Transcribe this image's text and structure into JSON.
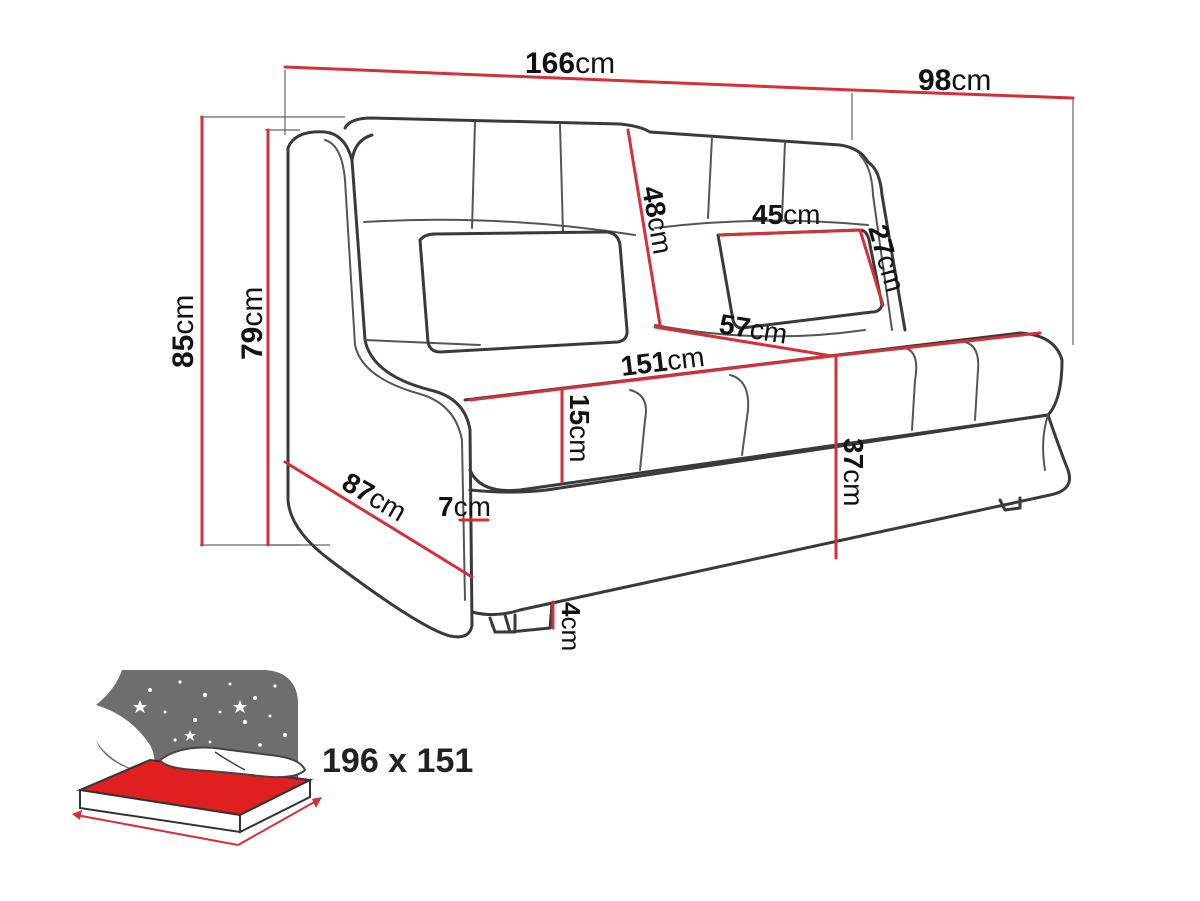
{
  "colors": {
    "dimension_line": "#d3303a",
    "outline": "#3a3a3a",
    "mattress": "#e02020",
    "panel": "#6e6e6e"
  },
  "dimensions": {
    "overall_width": {
      "value": "166",
      "unit": "cm"
    },
    "overall_depth": {
      "value": "98",
      "unit": "cm"
    },
    "overall_height": {
      "value": "85",
      "unit": "cm"
    },
    "side_height": {
      "value": "79",
      "unit": "cm"
    },
    "backrest_height": {
      "value": "48",
      "unit": "cm"
    },
    "pillow_width": {
      "value": "45",
      "unit": "cm"
    },
    "pillow_height": {
      "value": "27",
      "unit": "cm"
    },
    "seat_depth": {
      "value": "57",
      "unit": "cm"
    },
    "seat_width": {
      "value": "151",
      "unit": "cm"
    },
    "seat_thickness": {
      "value": "15",
      "unit": "cm"
    },
    "seat_height": {
      "value": "37",
      "unit": "cm"
    },
    "arm_depth": {
      "value": "87",
      "unit": "cm"
    },
    "arm_width": {
      "value": "7",
      "unit": "cm"
    },
    "leg_height": {
      "value": "4",
      "unit": "cm"
    }
  },
  "bed": {
    "size_label": "196 x 151",
    "icons": [
      "night-sky-panel",
      "mattress-icon",
      "pillows-icon"
    ]
  }
}
